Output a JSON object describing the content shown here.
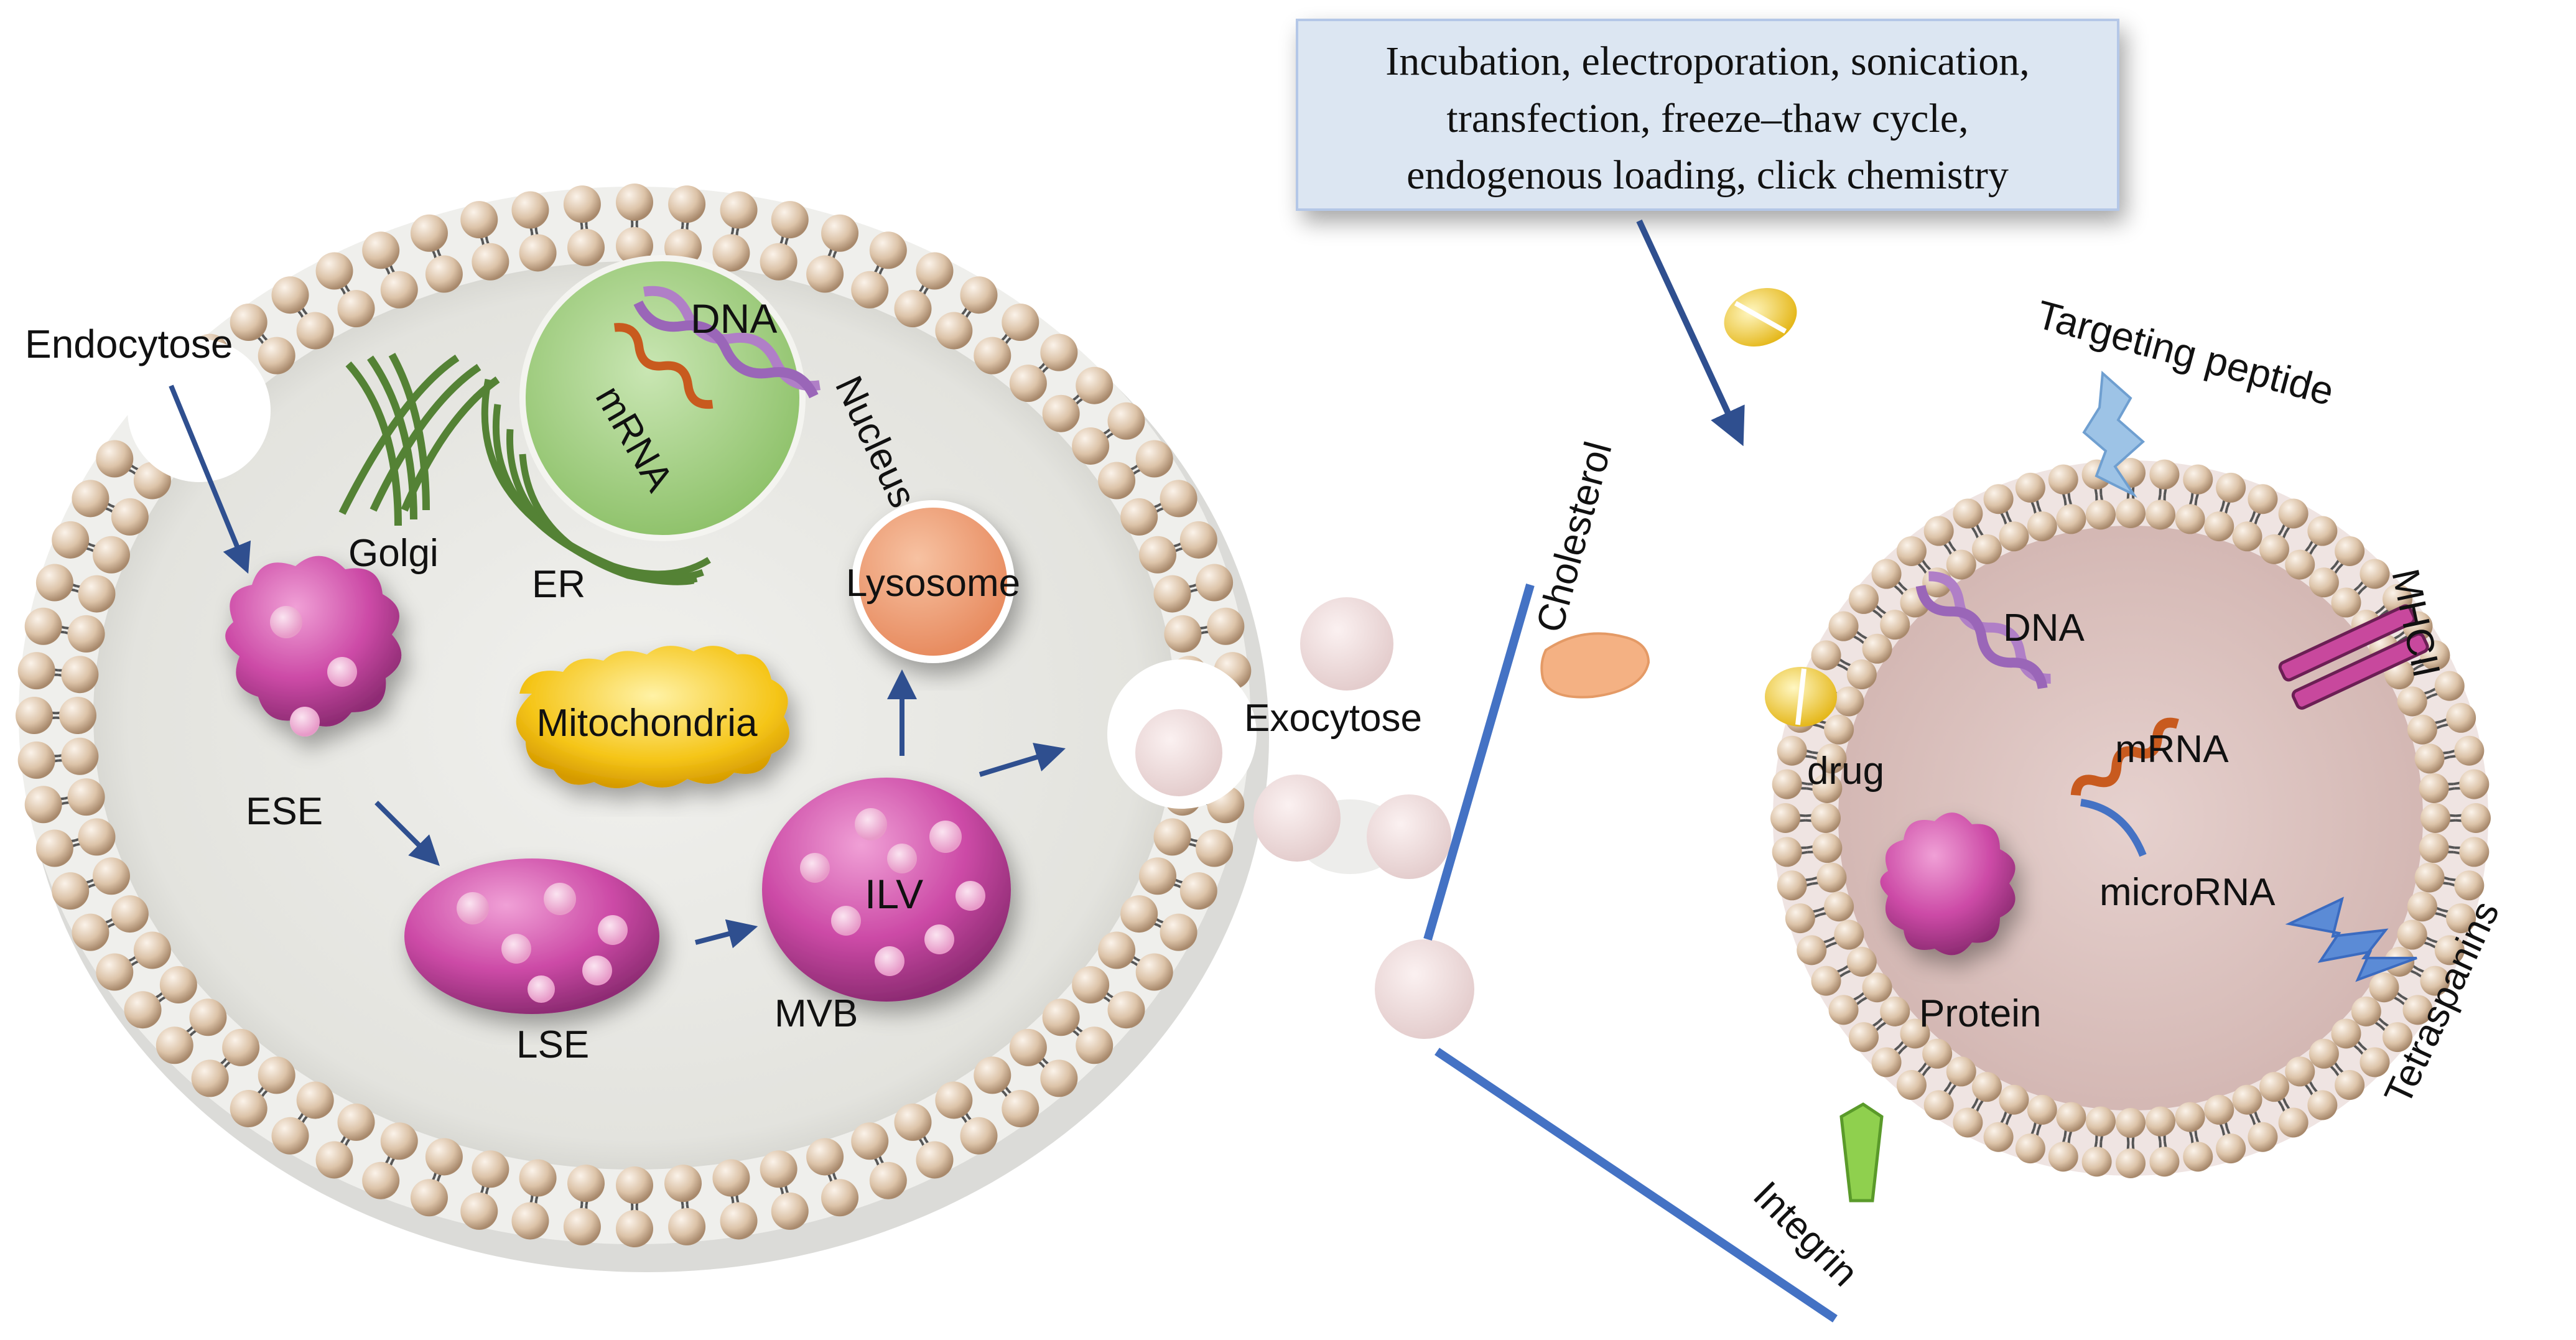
{
  "cell": {
    "endocytose": "Endocytose",
    "golgi": "Golgi",
    "er": "ER",
    "nucleus": "Nucleus",
    "nucleus_dna": "DNA",
    "nucleus_mrna": "mRNA",
    "lysosome": "Lysosome",
    "mitochondria": "Mitochondria",
    "ese": "ESE",
    "lse": "LSE",
    "mvb": "MVB",
    "ilv": "ILV",
    "exocytose": "Exocytose"
  },
  "loading_box": {
    "line1": "Incubation, electroporation, sonication,",
    "line2": "transfection, freeze–thaw cycle,",
    "line3": "endogenous loading, click chemistry"
  },
  "exosome": {
    "targeting_peptide": "Targeting peptide",
    "cholesterol": "Cholesterol",
    "mhcii": "MHCII",
    "dna": "DNA",
    "mrna": "mRNA",
    "drug": "drug",
    "microrna": "microRNA",
    "protein": "Protein",
    "tetraspanins": "Tetraspanins",
    "integrin": "Integrin"
  },
  "colors": {
    "lipid_head": "#d9c3aa",
    "cytoplasm": "#e9e9e5",
    "nucleus": "#a9d18e",
    "endosome": "#c8489d",
    "lysosome": "#f0a27a",
    "mitochondria": "#f5c518",
    "arrow": "#2f4f8f",
    "exosome_interior": "#dcc4c0",
    "box_fill": "#dce6f2",
    "integrin": "#7fc24a",
    "peptide": "#9dc3e6",
    "mhcii": "#c8489d"
  }
}
